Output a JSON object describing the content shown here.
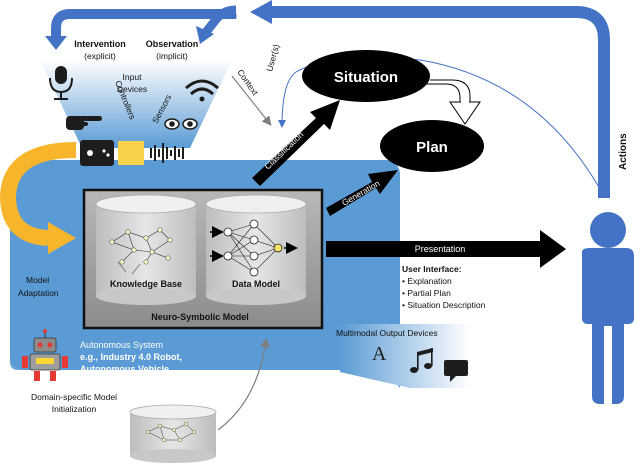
{
  "diagram": {
    "intervention": {
      "title": "Intervention",
      "subtitle": "(explicit)"
    },
    "observation": {
      "title": "Observation",
      "subtitle": "(implicit)"
    },
    "input_devices": "Input\nDevices",
    "controllers": "Controllers",
    "sensors": "Sensors",
    "context": "Context",
    "users": "User(s)",
    "situation": "Situation",
    "plan": "Plan",
    "classification": "Classification",
    "generation": "Generation",
    "presentation": "Presentation",
    "actions": "Actions",
    "knowledge_base": "Knowledge Base",
    "data_model": "Data Model",
    "neuro_symbolic_model": "Neuro-Symbolic Model",
    "model_adaptation": "Model\nAdaptation",
    "user_interface": {
      "title": "User Interface:",
      "items": [
        "• Explanation",
        "• Partial Plan",
        "• Situation Description"
      ]
    },
    "autonomous_system": {
      "title": "Autonomous System",
      "line1": "e.g., Industry 4.0 Robot,",
      "line2": "Autonomous Vehicle"
    },
    "multimodal_output": "Multimodal Output Devices",
    "domain_init": {
      "line1": "Domain-specific Model",
      "line2": "Initialization"
    },
    "colors": {
      "accent_blue": "#4472C4",
      "system_blue": "#5B9BD5",
      "model_gray": "#9E9E9E",
      "arrow_black": "#000000",
      "adaptation_yellow": "#F7B52B"
    }
  }
}
